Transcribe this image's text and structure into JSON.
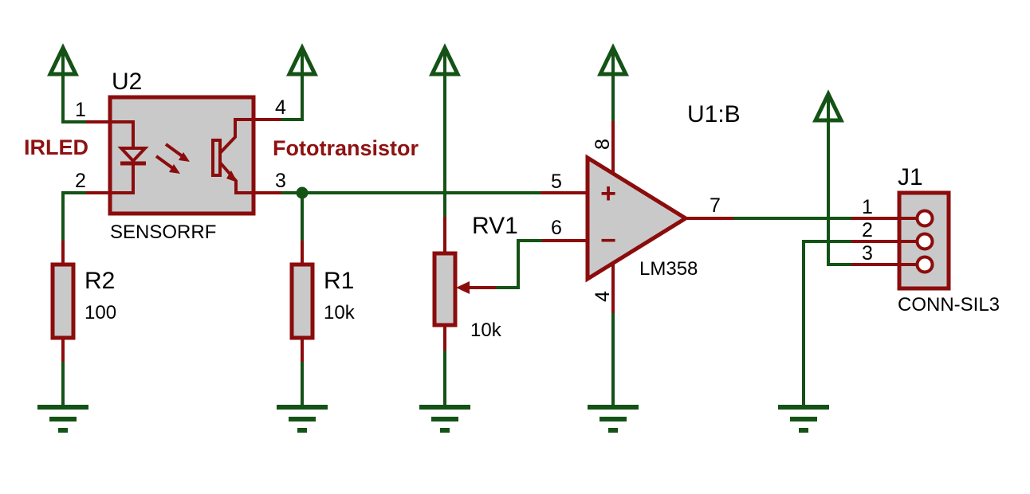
{
  "colors": {
    "background": "#ffffff",
    "wire_green": "#145216",
    "component_maroon": "#8b0c0c",
    "body_fill": "#c9c9c9",
    "net_label_red": "#8e1212",
    "text_black": "#000000",
    "pin_hole_white": "#ffffff"
  },
  "net_labels": {
    "irled": "IRLED",
    "fototransistor": "Fototransistor"
  },
  "components": {
    "u2": {
      "ref": "U2",
      "part": "SENSORRF",
      "pin1": "1",
      "pin2": "2",
      "pin3": "3",
      "pin4": "4"
    },
    "r2": {
      "ref": "R2",
      "value": "100"
    },
    "r1": {
      "ref": "R1",
      "value": "10k"
    },
    "rv1": {
      "ref": "RV1",
      "value": "10k"
    },
    "u1b": {
      "ref": "U1:B",
      "part": "LM358",
      "pin5": "5",
      "pin6": "6",
      "pin7": "7",
      "pin8": "8",
      "pin4": "4",
      "plus_label": "+",
      "minus_label": "−"
    },
    "j1": {
      "ref": "J1",
      "part": "CONN-SIL3",
      "pin1": "1",
      "pin2": "2",
      "pin3": "3"
    }
  }
}
